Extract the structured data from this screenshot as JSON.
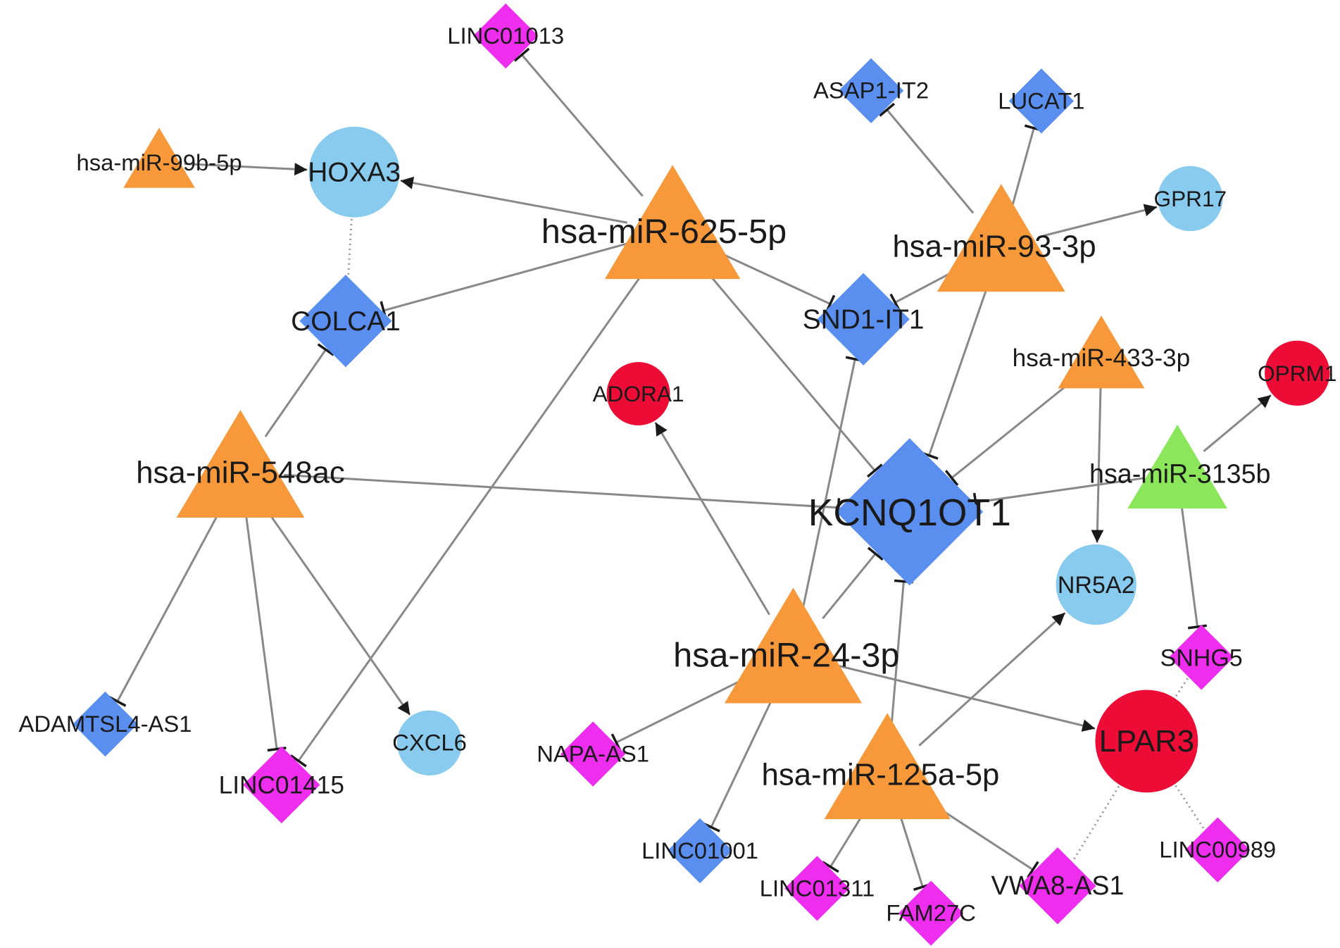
{
  "colors": {
    "mirna": "#f7993a",
    "mirna_alt": "#8ce65c",
    "lncrna_blue": "#5b8fef",
    "lncrna_magenta": "#ee2dee",
    "mrna_light": "#89cbef",
    "mrna_red": "#ec0c35",
    "edge": "#888888"
  },
  "nodes": [
    {
      "id": "KCNQ1OT1",
      "label": "KCNQ1OT1",
      "shape": "diamond",
      "color": "lncrna_blue",
      "size": "xl"
    },
    {
      "id": "hsa-miR-625-5p",
      "label": "hsa-miR-625-5p",
      "shape": "triangle",
      "color": "mirna",
      "size": "l"
    },
    {
      "id": "hsa-miR-93-3p",
      "label": "hsa-miR-93-3p",
      "shape": "triangle",
      "color": "mirna",
      "size": "l"
    },
    {
      "id": "hsa-miR-548ac",
      "label": "hsa-miR-548ac",
      "shape": "triangle",
      "color": "mirna",
      "size": "l"
    },
    {
      "id": "hsa-miR-24-3p",
      "label": "hsa-miR-24-3p",
      "shape": "triangle",
      "color": "mirna",
      "size": "l"
    },
    {
      "id": "hsa-miR-125a-5p",
      "label": "hsa-miR-125a-5p",
      "shape": "triangle",
      "color": "mirna",
      "size": "l"
    },
    {
      "id": "hsa-miR-433-3p",
      "label": "hsa-miR-433-3p",
      "shape": "triangle",
      "color": "mirna",
      "size": "s"
    },
    {
      "id": "hsa-miR-99b-5p",
      "label": "hsa-miR-99b-5p",
      "shape": "triangle",
      "color": "mirna",
      "size": "s"
    },
    {
      "id": "hsa-miR-3135b",
      "label": "hsa-miR-3135b",
      "shape": "triangle",
      "color": "mirna_alt",
      "size": "m"
    },
    {
      "id": "HOXA3",
      "label": "HOXA3",
      "shape": "circle",
      "color": "mrna_light",
      "size": "l"
    },
    {
      "id": "GPR17",
      "label": "GPR17",
      "shape": "circle",
      "color": "mrna_light",
      "size": "s"
    },
    {
      "id": "CXCL6",
      "label": "CXCL6",
      "shape": "circle",
      "color": "mrna_light",
      "size": "s"
    },
    {
      "id": "NR5A2",
      "label": "NR5A2",
      "shape": "circle",
      "color": "mrna_light",
      "size": "m"
    },
    {
      "id": "ADORA1",
      "label": "ADORA1",
      "shape": "circle",
      "color": "mrna_red",
      "size": "s"
    },
    {
      "id": "OPRM1",
      "label": "OPRM1",
      "shape": "circle",
      "color": "mrna_red",
      "size": "s"
    },
    {
      "id": "LPAR3",
      "label": "LPAR3",
      "shape": "circle",
      "color": "mrna_red",
      "size": "xl"
    },
    {
      "id": "LINC01013",
      "label": "LINC01013",
      "shape": "diamond",
      "color": "lncrna_magenta",
      "size": "s"
    },
    {
      "id": "ASAP1-IT2",
      "label": "ASAP1-IT2",
      "shape": "diamond",
      "color": "lncrna_blue",
      "size": "s"
    },
    {
      "id": "LUCAT1",
      "label": "LUCAT1",
      "shape": "diamond",
      "color": "lncrna_blue",
      "size": "s"
    },
    {
      "id": "COLCA1",
      "label": "COLCA1",
      "shape": "diamond",
      "color": "lncrna_blue",
      "size": "m"
    },
    {
      "id": "SND1-IT1",
      "label": "SND1-IT1",
      "shape": "diamond",
      "color": "lncrna_blue",
      "size": "m"
    },
    {
      "id": "SNHG5",
      "label": "SNHG5",
      "shape": "diamond",
      "color": "lncrna_magenta",
      "size": "s"
    },
    {
      "id": "ADAMTSL4-AS1",
      "label": "ADAMTSL4-AS1",
      "shape": "diamond",
      "color": "lncrna_blue",
      "size": "s"
    },
    {
      "id": "LINC01415",
      "label": "LINC01415",
      "shape": "diamond",
      "color": "lncrna_magenta",
      "size": "s"
    },
    {
      "id": "NAPA-AS1",
      "label": "NAPA-AS1",
      "shape": "diamond",
      "color": "lncrna_magenta",
      "size": "s"
    },
    {
      "id": "LINC01001",
      "label": "LINC01001",
      "shape": "diamond",
      "color": "lncrna_blue",
      "size": "s"
    },
    {
      "id": "LINC01311",
      "label": "LINC01311",
      "shape": "diamond",
      "color": "lncrna_magenta",
      "size": "s"
    },
    {
      "id": "FAM27C",
      "label": "FAM27C",
      "shape": "diamond",
      "color": "lncrna_magenta",
      "size": "s"
    },
    {
      "id": "VWA8-AS1",
      "label": "VWA8-AS1",
      "shape": "diamond",
      "color": "lncrna_magenta",
      "size": "s"
    },
    {
      "id": "LINC00989",
      "label": "LINC00989",
      "shape": "diamond",
      "color": "lncrna_magenta",
      "size": "s"
    }
  ],
  "edges": [
    {
      "source": "hsa-miR-99b-5p",
      "target": "HOXA3",
      "type": "arrow"
    },
    {
      "source": "hsa-miR-625-5p",
      "target": "HOXA3",
      "type": "arrow"
    },
    {
      "source": "hsa-miR-625-5p",
      "target": "LINC01013",
      "type": "inhibit"
    },
    {
      "source": "hsa-miR-625-5p",
      "target": "COLCA1",
      "type": "inhibit"
    },
    {
      "source": "hsa-miR-625-5p",
      "target": "SND1-IT1",
      "type": "inhibit"
    },
    {
      "source": "hsa-miR-625-5p",
      "target": "KCNQ1OT1",
      "type": "inhibit"
    },
    {
      "source": "hsa-miR-625-5p",
      "target": "LINC01415",
      "type": "inhibit"
    },
    {
      "source": "hsa-miR-93-3p",
      "target": "ASAP1-IT2",
      "type": "inhibit"
    },
    {
      "source": "hsa-miR-93-3p",
      "target": "LUCAT1",
      "type": "inhibit"
    },
    {
      "source": "hsa-miR-93-3p",
      "target": "GPR17",
      "type": "arrow"
    },
    {
      "source": "hsa-miR-93-3p",
      "target": "SND1-IT1",
      "type": "inhibit"
    },
    {
      "source": "hsa-miR-93-3p",
      "target": "KCNQ1OT1",
      "type": "inhibit"
    },
    {
      "source": "HOXA3",
      "target": "COLCA1",
      "type": "dotted"
    },
    {
      "source": "hsa-miR-548ac",
      "target": "COLCA1",
      "type": "inhibit"
    },
    {
      "source": "hsa-miR-548ac",
      "target": "KCNQ1OT1",
      "type": "inhibit"
    },
    {
      "source": "hsa-miR-548ac",
      "target": "ADAMTSL4-AS1",
      "type": "inhibit"
    },
    {
      "source": "hsa-miR-548ac",
      "target": "LINC01415",
      "type": "inhibit"
    },
    {
      "source": "hsa-miR-548ac",
      "target": "CXCL6",
      "type": "arrow"
    },
    {
      "source": "hsa-miR-433-3p",
      "target": "KCNQ1OT1",
      "type": "inhibit"
    },
    {
      "source": "hsa-miR-433-3p",
      "target": "NR5A2",
      "type": "arrow"
    },
    {
      "source": "hsa-miR-3135b",
      "target": "KCNQ1OT1",
      "type": "inhibit"
    },
    {
      "source": "hsa-miR-3135b",
      "target": "OPRM1",
      "type": "arrow"
    },
    {
      "source": "hsa-miR-3135b",
      "target": "SNHG5",
      "type": "inhibit"
    },
    {
      "source": "hsa-miR-24-3p",
      "target": "KCNQ1OT1",
      "type": "inhibit"
    },
    {
      "source": "hsa-miR-24-3p",
      "target": "ADORA1",
      "type": "arrow"
    },
    {
      "source": "hsa-miR-24-3p",
      "target": "SND1-IT1",
      "type": "inhibit"
    },
    {
      "source": "hsa-miR-24-3p",
      "target": "LPAR3",
      "type": "arrow"
    },
    {
      "source": "hsa-miR-24-3p",
      "target": "NAPA-AS1",
      "type": "inhibit"
    },
    {
      "source": "hsa-miR-24-3p",
      "target": "LINC01001",
      "type": "inhibit"
    },
    {
      "source": "hsa-miR-125a-5p",
      "target": "KCNQ1OT1",
      "type": "inhibit"
    },
    {
      "source": "hsa-miR-125a-5p",
      "target": "NR5A2",
      "type": "arrow"
    },
    {
      "source": "hsa-miR-125a-5p",
      "target": "LINC01311",
      "type": "inhibit"
    },
    {
      "source": "hsa-miR-125a-5p",
      "target": "FAM27C",
      "type": "inhibit"
    },
    {
      "source": "hsa-miR-125a-5p",
      "target": "VWA8-AS1",
      "type": "inhibit"
    },
    {
      "source": "SNHG5",
      "target": "LPAR3",
      "type": "dotted"
    },
    {
      "source": "LPAR3",
      "target": "VWA8-AS1",
      "type": "dotted"
    },
    {
      "source": "LPAR3",
      "target": "LINC00989",
      "type": "dotted"
    }
  ]
}
